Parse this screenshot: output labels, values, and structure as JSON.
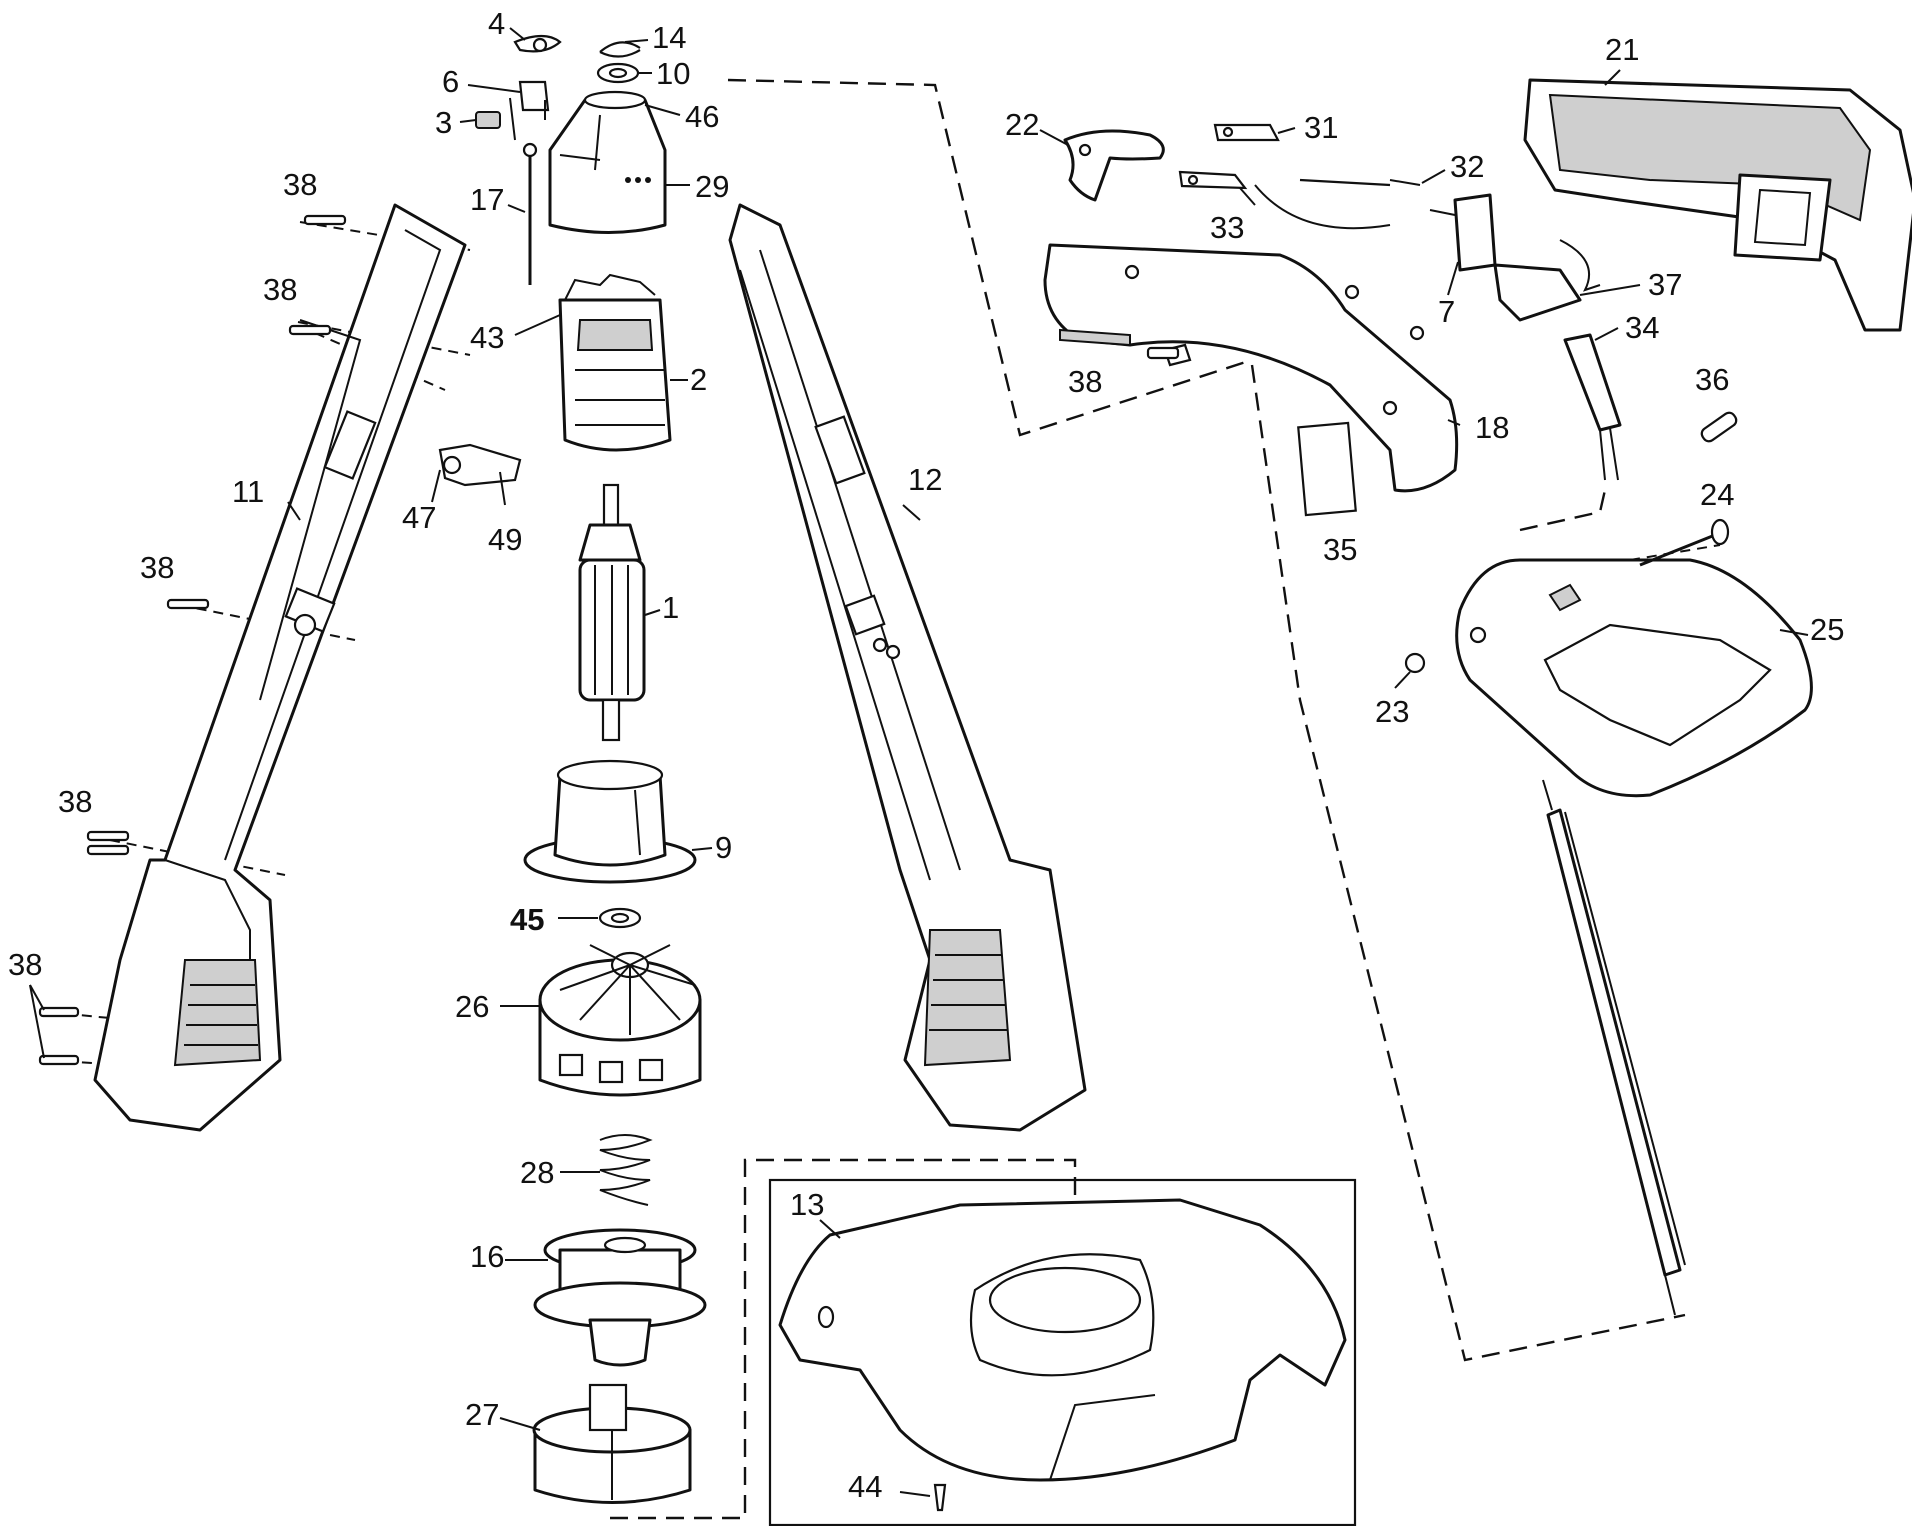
{
  "callouts": {
    "c1": "1",
    "c2": "2",
    "c3": "3",
    "c4": "4",
    "c6": "6",
    "c7": "7",
    "c9": "9",
    "c10": "10",
    "c11": "11",
    "c12": "12",
    "c13": "13",
    "c14": "14",
    "c16": "16",
    "c17": "17",
    "c18": "18",
    "c21": "21",
    "c22": "22",
    "c23": "23",
    "c24": "24",
    "c25": "25",
    "c26": "26",
    "c27": "27",
    "c28": "28",
    "c29": "29",
    "c31": "31",
    "c32": "32",
    "c33": "33",
    "c34": "34",
    "c35": "35",
    "c36": "36",
    "c37": "37",
    "c38a": "38",
    "c38b": "38",
    "c38c": "38",
    "c38d": "38",
    "c38e": "38",
    "c38f": "38",
    "c43": "43",
    "c44": "44",
    "c45": "45",
    "c46": "46",
    "c47": "47",
    "c49": "49"
  }
}
